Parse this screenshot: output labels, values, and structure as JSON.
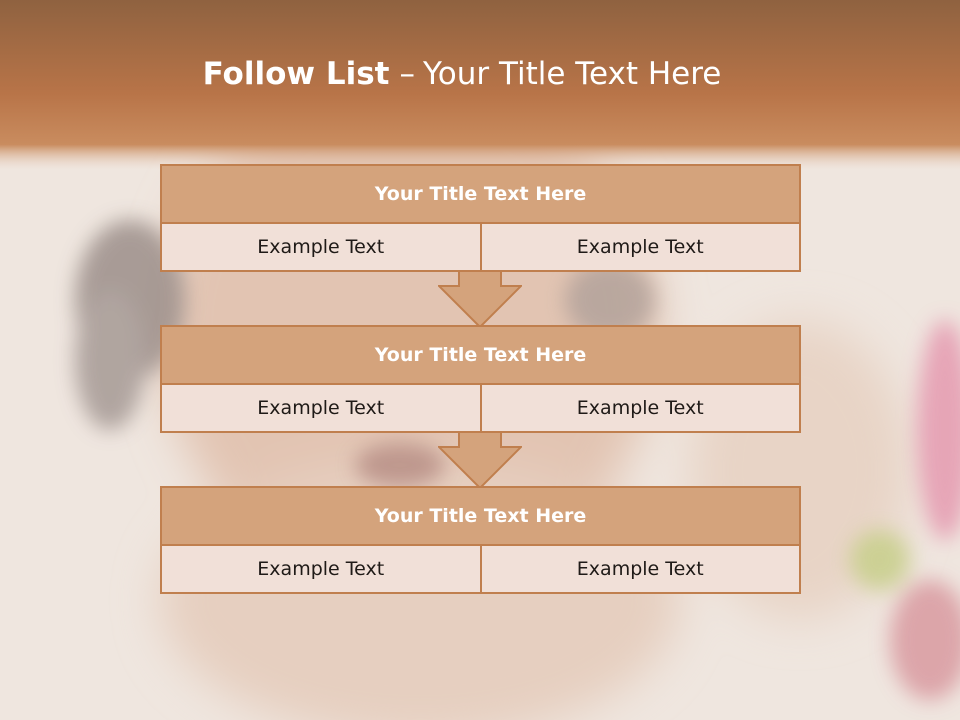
{
  "slide": {
    "title_bold": "Follow List",
    "title_sep": "–",
    "title_rest": "Your Title Text Here"
  },
  "steps": [
    {
      "title": "Your Title Text Here",
      "left": "Example Text",
      "right": "Example Text"
    },
    {
      "title": "Your Title Text Here",
      "left": "Example Text",
      "right": "Example Text"
    },
    {
      "title": "Your Title Text Here",
      "left": "Example Text",
      "right": "Example Text"
    }
  ],
  "colors": {
    "header_band": "#b46f3f",
    "block_title_fill": "#d4a37c",
    "block_border": "#c07f4e",
    "cell_fill": "#f1e0d8"
  },
  "icons": [
    "down-arrow-icon"
  ]
}
